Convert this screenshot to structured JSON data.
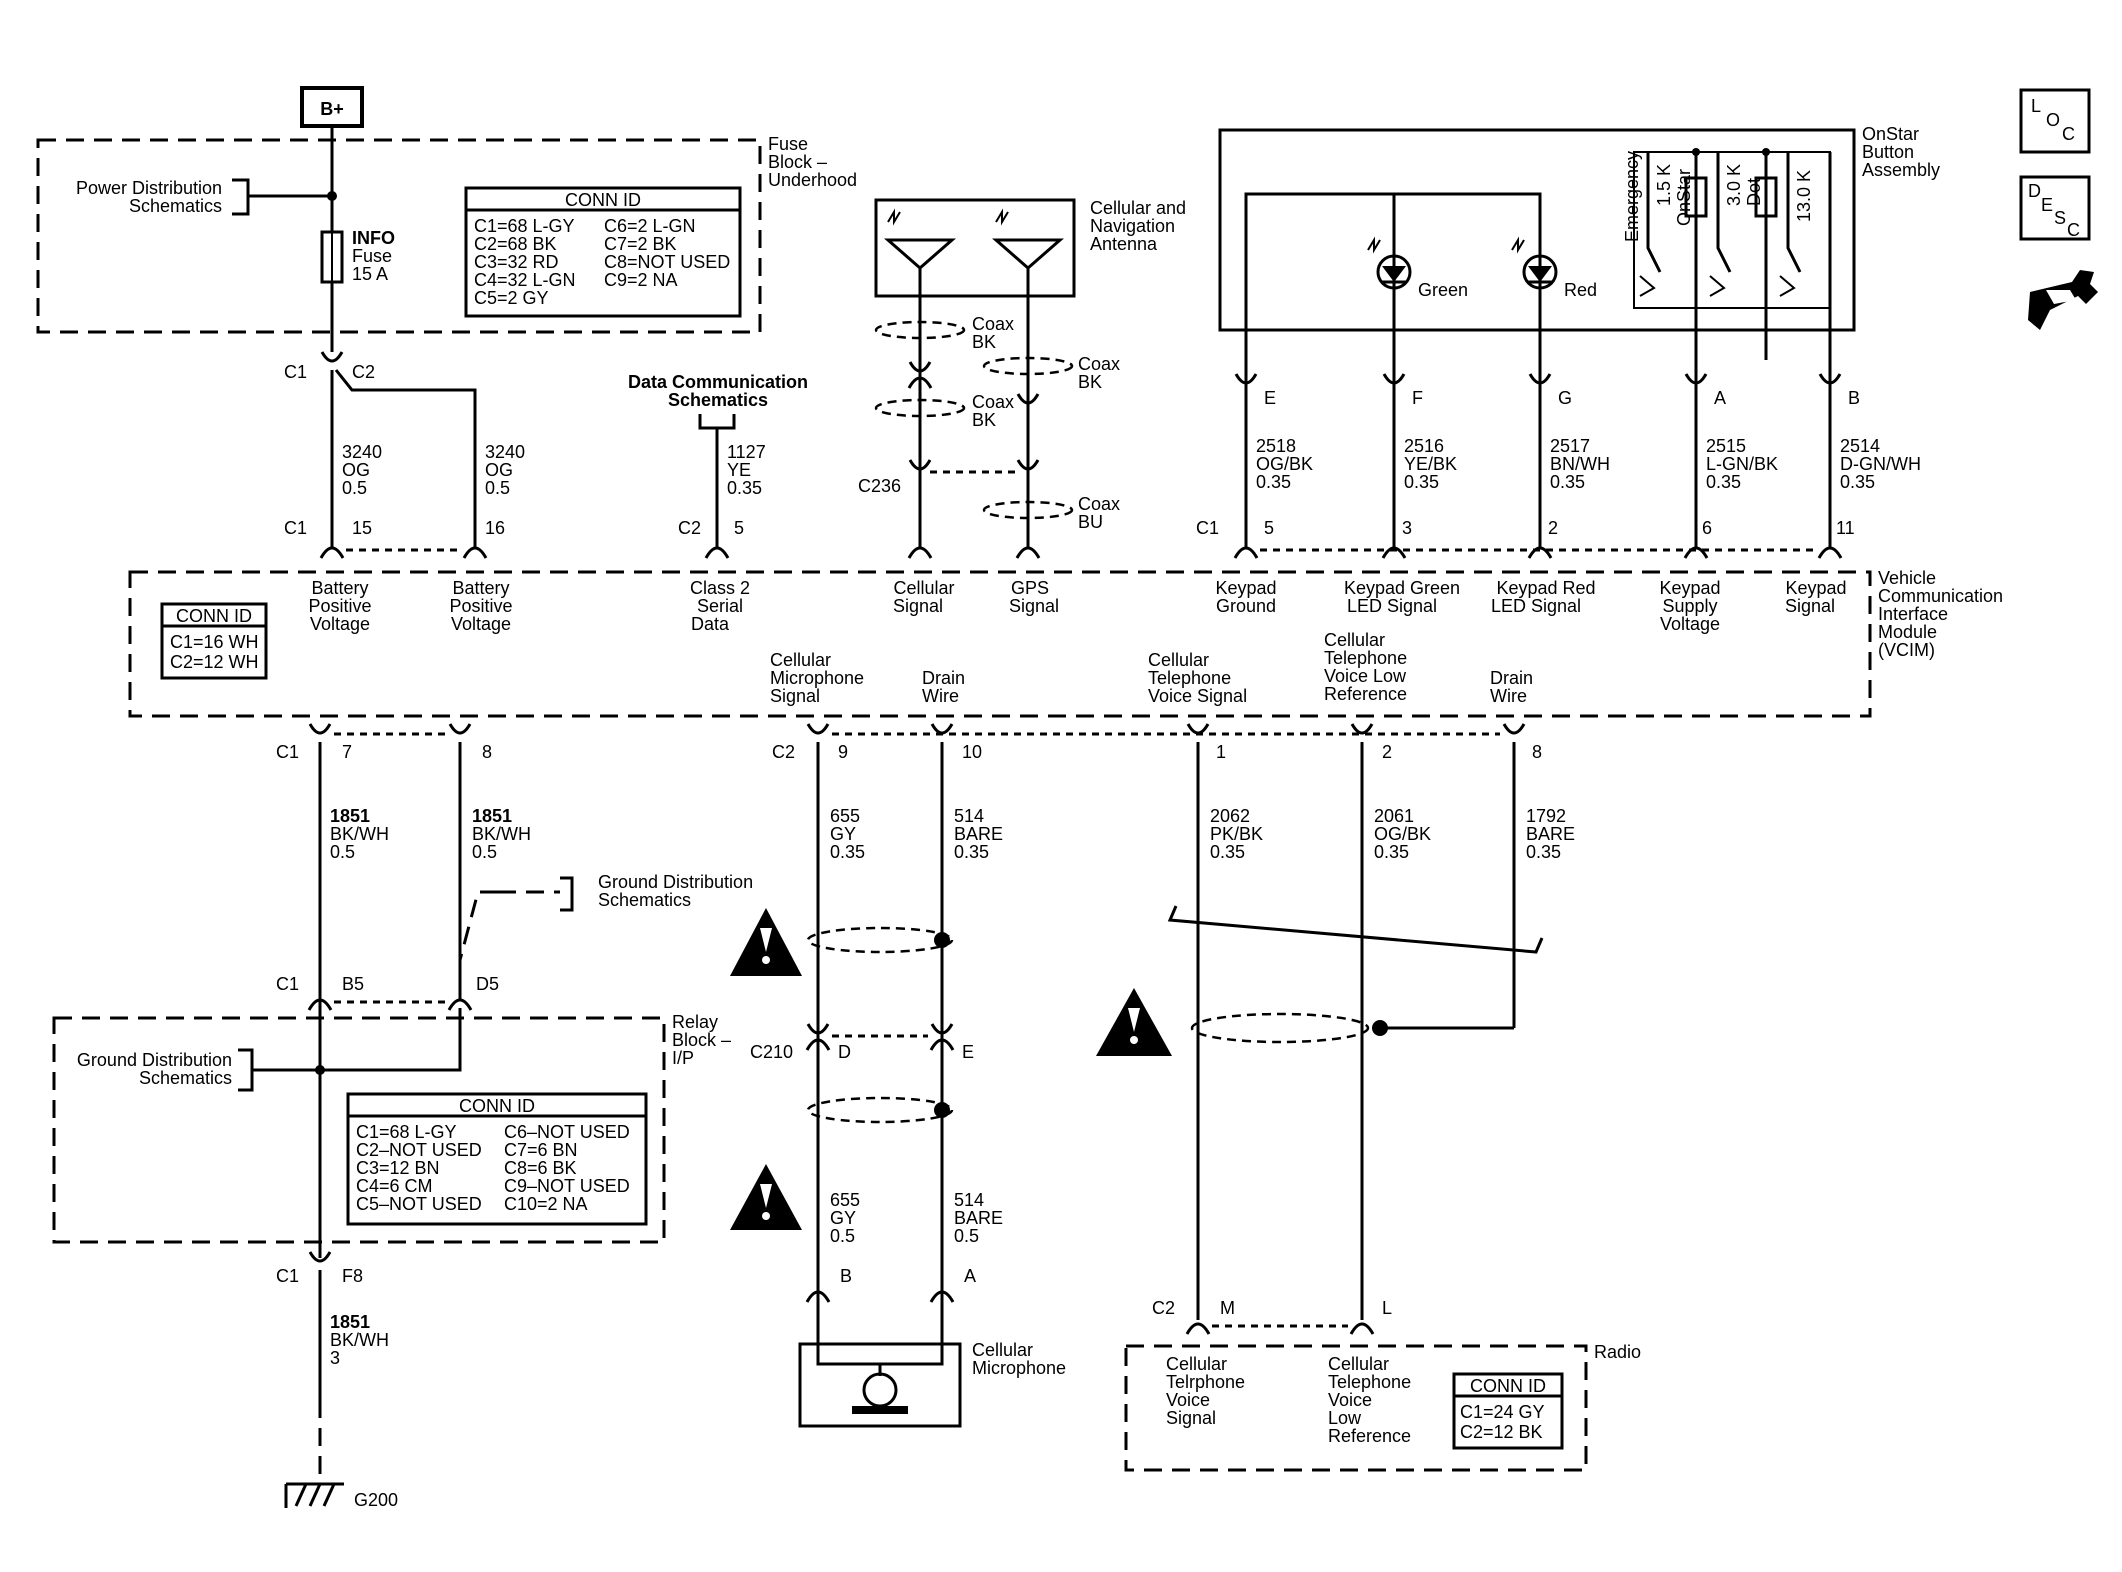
{
  "icons": [
    "loc-icon",
    "desc-icon",
    "tool-icon",
    "caution-icon",
    "ground-icon",
    "led-icon",
    "antenna-icon",
    "fuse-icon",
    "resistor-icon",
    "switch-icon",
    "microphone-icon",
    "splice-icon"
  ],
  "colors": {
    "ink": "#000000",
    "background": "#ffffff"
  },
  "side_icons": {
    "loc": [
      "L",
      "O",
      "C"
    ],
    "desc": [
      "D",
      "E",
      "S",
      "C"
    ]
  },
  "power": {
    "bplus": "B+",
    "fuse_block": [
      "Fuse",
      "Block –",
      "Underhood"
    ],
    "power_dist": [
      "Power Distribution",
      "Schematics"
    ],
    "fuse": [
      "INFO",
      "Fuse",
      "15 A"
    ]
  },
  "fuse_conn_id": {
    "title": "CONN ID",
    "rows": [
      [
        "C1=68 L-GY",
        "C6=2 L-GN"
      ],
      [
        "C2=68 BK",
        "C7=2 BK"
      ],
      [
        "C3=32 RD",
        "C8=NOT USED"
      ],
      [
        "C4=32 L-GN",
        "C9=2 NA"
      ],
      [
        "C5=2 GY",
        ""
      ]
    ]
  },
  "fuse_outputs": {
    "c1": "C1",
    "c2": "C2"
  },
  "data_comm": [
    "Data Communication",
    "Schematics"
  ],
  "antenna": {
    "label": [
      "Cellular and",
      "Navigation",
      "Antenna"
    ],
    "coax1": [
      "Coax",
      "BK"
    ],
    "coax2": [
      "Coax",
      "BK"
    ],
    "coax3": [
      "Coax",
      "BK"
    ],
    "coax4": [
      "Coax",
      "BU"
    ],
    "c236": "C236"
  },
  "onstar": {
    "label": [
      "OnStar",
      "Button",
      "Assembly"
    ],
    "green": "Green",
    "red": "Red",
    "switches": [
      [
        "Emergency"
      ],
      [
        "1.5 K"
      ],
      [
        "OnStar"
      ],
      [
        "3.0 K"
      ],
      [
        "Dot"
      ],
      [
        "13.0 K"
      ]
    ]
  },
  "vcim": {
    "label": [
      "Vehicle",
      "Communication",
      "Interface",
      "Module",
      "(VCIM)"
    ]
  },
  "vcim_conn_id": {
    "title": "CONN ID",
    "rows": [
      "C1=16 WH",
      "C2=12 WH"
    ]
  },
  "top_wires": [
    {
      "circuit": [
        "3240",
        "OG",
        "0.5"
      ],
      "conn": "C1",
      "pin": "15",
      "func": [
        "Battery",
        "Positive",
        "Voltage"
      ]
    },
    {
      "circuit": [
        "3240",
        "OG",
        "0.5"
      ],
      "conn": "",
      "pin": "16",
      "func": [
        "Battery",
        "Positive",
        "Voltage"
      ]
    },
    {
      "circuit": [
        "1127",
        "YE",
        "0.35"
      ],
      "conn": "C2",
      "pin": "5",
      "func": [
        "Class 2",
        "Serial",
        "Data"
      ]
    },
    {
      "circuit": [],
      "conn": "",
      "pin": "",
      "func": [
        "Cellular",
        "Signal"
      ]
    },
    {
      "circuit": [],
      "conn": "",
      "pin": "",
      "func": [
        "GPS",
        "Signal"
      ]
    },
    {
      "circuit": [
        "2518",
        "OG/BK",
        "0.35"
      ],
      "conn": "C1",
      "pin": "5",
      "letter": "E",
      "func": [
        "Keypad",
        "Ground"
      ]
    },
    {
      "circuit": [
        "2516",
        "YE/BK",
        "0.35"
      ],
      "conn": "",
      "pin": "3",
      "letter": "F",
      "func": [
        "Keypad Green",
        "LED Signal"
      ]
    },
    {
      "circuit": [
        "2517",
        "BN/WH",
        "0.35"
      ],
      "conn": "",
      "pin": "2",
      "letter": "G",
      "func": [
        "Keypad Red",
        "LED Signal"
      ]
    },
    {
      "circuit": [
        "2515",
        "L-GN/BK",
        "0.35"
      ],
      "conn": "",
      "pin": "6",
      "letter": "A",
      "func": [
        "Keypad",
        "Supply",
        "Voltage"
      ]
    },
    {
      "circuit": [
        "2514",
        "D-GN/WH",
        "0.35"
      ],
      "conn": "",
      "pin": "11",
      "letter": "B",
      "func": [
        "Keypad",
        "Signal"
      ]
    }
  ],
  "bottom_wires": [
    {
      "func": [],
      "conn": "C1",
      "pin": "7",
      "circuit": [
        "1851",
        "BK/WH",
        "0.5"
      ]
    },
    {
      "func": [],
      "conn": "",
      "pin": "8",
      "circuit": [
        "1851",
        "BK/WH",
        "0.5"
      ]
    },
    {
      "func": [
        "Cellular",
        "Microphone",
        "Signal"
      ],
      "conn": "C2",
      "pin": "9",
      "circuit": [
        "655",
        "GY",
        "0.35"
      ]
    },
    {
      "func": [
        "Drain",
        "Wire"
      ],
      "conn": "",
      "pin": "10",
      "circuit": [
        "514",
        "BARE",
        "0.35"
      ]
    },
    {
      "func": [
        "Cellular",
        "Telephone",
        "Voice Signal"
      ],
      "conn": "",
      "pin": "1",
      "circuit": [
        "2062",
        "PK/BK",
        "0.35"
      ]
    },
    {
      "func": [
        "Cellular",
        "Telephone",
        "Voice Low",
        "Reference"
      ],
      "conn": "",
      "pin": "2",
      "circuit": [
        "2061",
        "OG/BK",
        "0.35"
      ]
    },
    {
      "func": [
        "Drain",
        "Wire"
      ],
      "conn": "",
      "pin": "8",
      "circuit": [
        "1792",
        "BARE",
        "0.35"
      ]
    }
  ],
  "ground_dist_1": [
    "Ground Distribution",
    "Schematics"
  ],
  "relay": {
    "label": [
      "Relay",
      "Block –",
      "I/P"
    ],
    "ground_dist": [
      "Ground Distribution",
      "Schematics"
    ],
    "c1": "C1",
    "b5": "B5",
    "d5": "D5",
    "f8_conn": "C1",
    "f8": "F8"
  },
  "relay_conn_id": {
    "title": "CONN ID",
    "rows": [
      [
        "C1=68 L-GY",
        "C6–NOT USED"
      ],
      [
        "C2–NOT USED",
        "C7=6 BN"
      ],
      [
        "C3=12 BN",
        "C8=6 BK"
      ],
      [
        "C4=6 CM",
        "C9–NOT USED"
      ],
      [
        "C5–NOT USED",
        "C10=2 NA"
      ]
    ]
  },
  "ground_wire": {
    "circuit": [
      "1851",
      "BK/WH",
      "3"
    ],
    "ground": "G200"
  },
  "c210": {
    "label": "C210",
    "d": "D",
    "e": "E",
    "lower_gy": [
      "655",
      "GY",
      "0.5"
    ],
    "lower_bare": [
      "514",
      "BARE",
      "0.5"
    ]
  },
  "microphone": {
    "b": "B",
    "a": "A",
    "label": [
      "Cellular",
      "Microphone"
    ]
  },
  "radio": {
    "label": "Radio",
    "c2": "C2",
    "m": "M",
    "l": "L",
    "voice": [
      "Cellular",
      "Telrphone",
      "Voice",
      "Signal"
    ],
    "voice_low": [
      "Cellular",
      "Telephone",
      "Voice",
      "Low",
      "Reference"
    ]
  },
  "radio_conn_id": {
    "title": "CONN ID",
    "rows": [
      "C1=24 GY",
      "C2=12 BK"
    ]
  }
}
